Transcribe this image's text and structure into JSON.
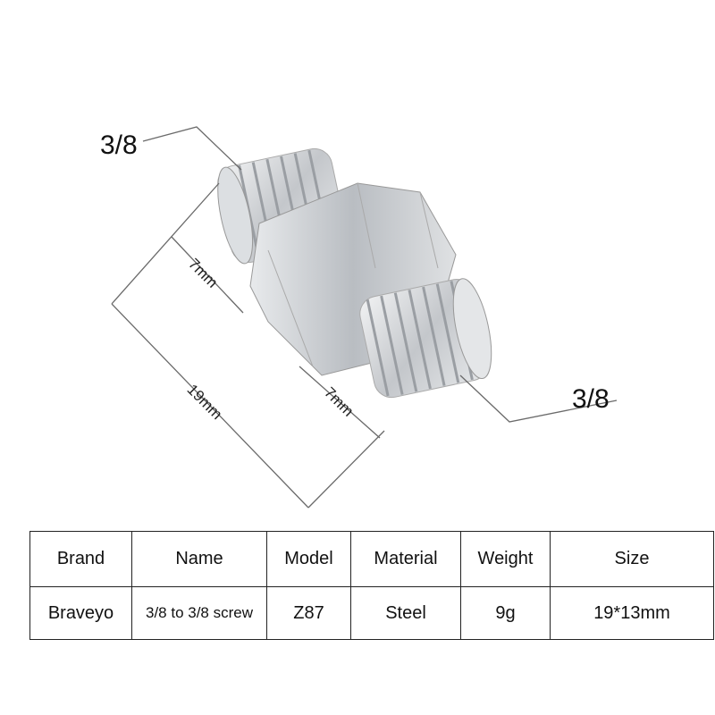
{
  "image": {
    "thread_top": "3/8",
    "thread_bottom": "3/8",
    "dim_top_thread": "7mm",
    "dim_bottom_thread": "7mm",
    "dim_total": "19mm"
  },
  "spec_table": {
    "headers": [
      "Brand",
      "Name",
      "Model",
      "Material",
      "Weight",
      "Size"
    ],
    "values": [
      "Braveyo",
      "3/8 to 3/8 screw",
      "Z87",
      "Steel",
      "9g",
      "19*13mm"
    ]
  },
  "colors": {
    "metal": "#c9ccd0",
    "line": "#6a6a6a"
  }
}
